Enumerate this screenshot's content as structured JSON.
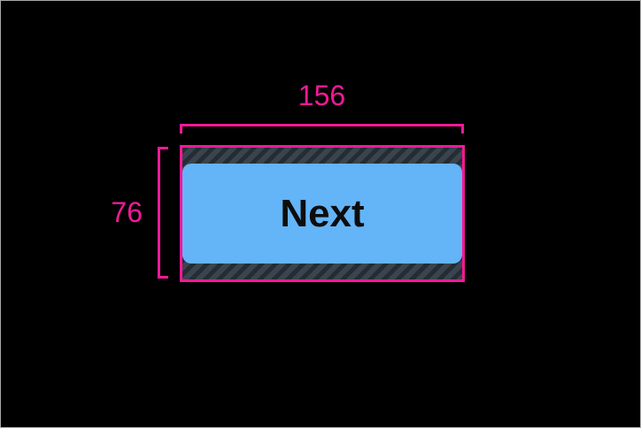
{
  "canvas": {
    "background": "#000000",
    "border_color": "#A9A9A9"
  },
  "measurements": {
    "width_label": "156",
    "height_label": "76",
    "annotation_color": "#F51996"
  },
  "button": {
    "label": "Next",
    "fill_color": "#64B4F8",
    "text_color": "#0D0D0D"
  },
  "touch_target": {
    "hatch_background": "#3A444E",
    "hatch_stripe": "#252C33"
  },
  "colors": {
    "annotation-pink": "#F51996",
    "button-blue": "#64B4F8",
    "button-text": "#0D0D0D",
    "hatch-bg": "#3A444E",
    "hatch-stripe": "#252C33",
    "canvas-bg": "#000000",
    "canvas-border": "#A9A9A9"
  }
}
